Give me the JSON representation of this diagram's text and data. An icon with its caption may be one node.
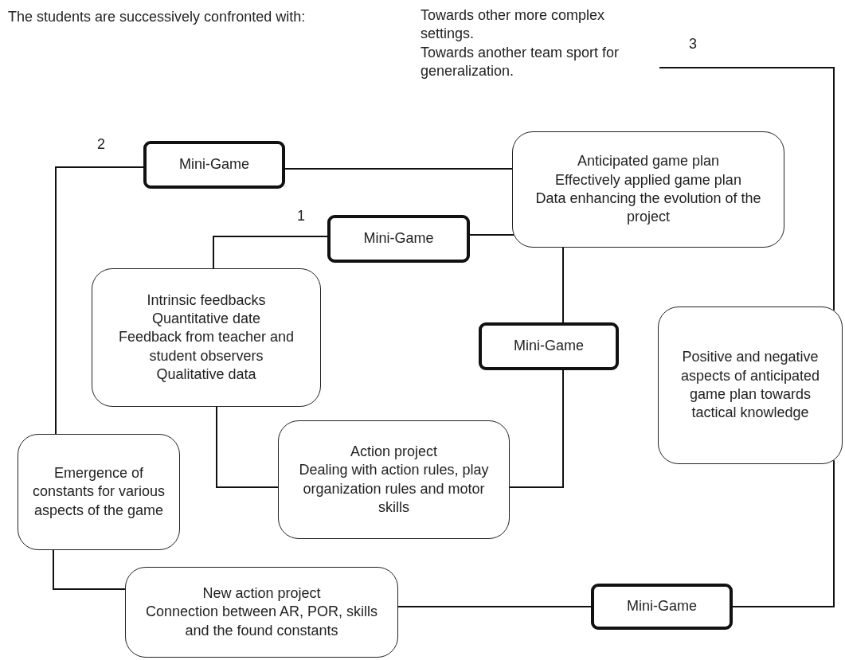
{
  "diagram": {
    "nodes": [
      {
        "text": [
          "Towards other more complex settings.",
          "Towards another team sport for generalization."
        ]
      },
      {
        "text": [
          "Mini-Game"
        ]
      },
      {
        "text": [
          "Anticipated game plan",
          "Effectively applied game plan",
          "Data enhancing the evolution of the project"
        ]
      },
      {
        "text": [
          "Mini-Game"
        ]
      },
      {
        "text": [
          "Intrinsic feedbacks",
          "Quantitative date",
          "Feedback from teacher and student observers",
          "Qualitative data"
        ]
      },
      {
        "text": [
          "Mini-Game"
        ]
      },
      {
        "text": [
          "Positive and negative aspects of anticipated game plan towards tactical knowledge"
        ]
      },
      {
        "text": [
          "Emergence of constants for various aspects of the game"
        ]
      },
      {
        "text": [
          "Action project",
          "Dealing with action rules, play organization rules and motor skills"
        ]
      },
      {
        "text": [
          "New action project",
          "Connection between AR, POR, skills and the found constants"
        ]
      },
      {
        "text": [
          "Mini-Game"
        ]
      }
    ],
    "edges": [
      {
        "from": 1,
        "to": 7,
        "arrow": "none"
      },
      {
        "from": 1,
        "to": 2,
        "arrow": "none"
      },
      {
        "from": 3,
        "to": 2,
        "arrow": "none"
      },
      {
        "from": 3,
        "to": 4,
        "arrow": "none"
      },
      {
        "from": 2,
        "to": 5,
        "arrow": "none"
      },
      {
        "from": 5,
        "to": 8,
        "arrow": "none"
      },
      {
        "from": 4,
        "to": 8,
        "arrow": "none"
      },
      {
        "from": 7,
        "to": 9,
        "arrow": "none"
      },
      {
        "from": 9,
        "to": 10,
        "arrow": "none"
      },
      {
        "from": 10,
        "to": 6,
        "arrow": "none"
      },
      {
        "from": 6,
        "to": 0,
        "arrow": "none"
      }
    ],
    "labels": [
      "The students are successively confronted with:",
      "2",
      "1",
      "3"
    ]
  }
}
